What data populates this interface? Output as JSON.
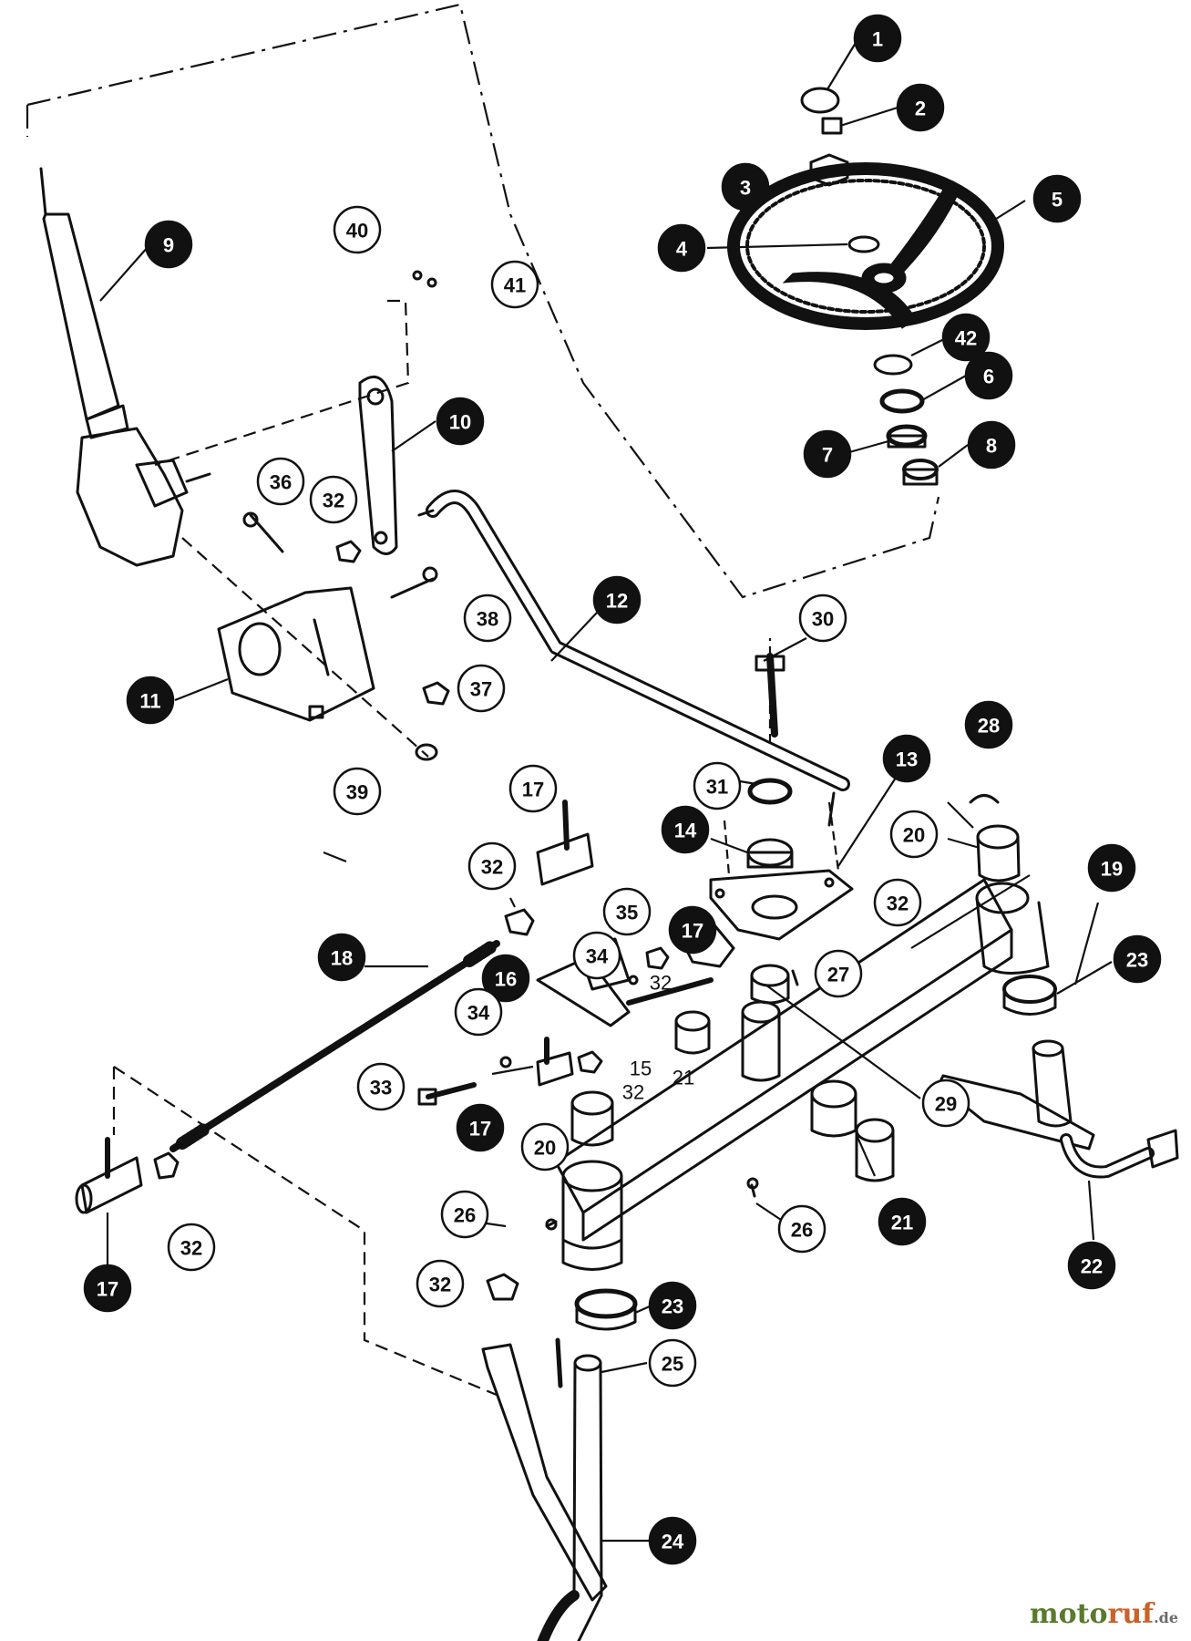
{
  "diagram": {
    "callouts": [
      {
        "id": "c1",
        "label": "1",
        "style": "filled"
      },
      {
        "id": "c2",
        "label": "2",
        "style": "filled"
      },
      {
        "id": "c3",
        "label": "3",
        "style": "filled"
      },
      {
        "id": "c4",
        "label": "4",
        "style": "filled"
      },
      {
        "id": "c5",
        "label": "5",
        "style": "filled"
      },
      {
        "id": "c6",
        "label": "6",
        "style": "filled"
      },
      {
        "id": "c7",
        "label": "7",
        "style": "filled"
      },
      {
        "id": "c8",
        "label": "8",
        "style": "filled"
      },
      {
        "id": "c9",
        "label": "9",
        "style": "filled"
      },
      {
        "id": "c10",
        "label": "10",
        "style": "filled"
      },
      {
        "id": "c11",
        "label": "11",
        "style": "filled"
      },
      {
        "id": "c12",
        "label": "12",
        "style": "filled"
      },
      {
        "id": "c13",
        "label": "13",
        "style": "filled"
      },
      {
        "id": "c14",
        "label": "14",
        "style": "filled"
      },
      {
        "id": "c16",
        "label": "16",
        "style": "filled"
      },
      {
        "id": "c17a",
        "label": "17",
        "style": "outline"
      },
      {
        "id": "c17b",
        "label": "17",
        "style": "filled"
      },
      {
        "id": "c17c",
        "label": "17",
        "style": "filled"
      },
      {
        "id": "c17d",
        "label": "17",
        "style": "filled"
      },
      {
        "id": "c18",
        "label": "18",
        "style": "filled"
      },
      {
        "id": "c19",
        "label": "19",
        "style": "filled"
      },
      {
        "id": "c20a",
        "label": "20",
        "style": "outline"
      },
      {
        "id": "c20b",
        "label": "20",
        "style": "outline"
      },
      {
        "id": "c21a",
        "label": "21",
        "style": "filled"
      },
      {
        "id": "c22",
        "label": "22",
        "style": "filled"
      },
      {
        "id": "c23a",
        "label": "23",
        "style": "filled"
      },
      {
        "id": "c23b",
        "label": "23",
        "style": "filled"
      },
      {
        "id": "c24",
        "label": "24",
        "style": "filled"
      },
      {
        "id": "c25",
        "label": "25",
        "style": "outline"
      },
      {
        "id": "c26a",
        "label": "26",
        "style": "outline"
      },
      {
        "id": "c26b",
        "label": "26",
        "style": "outline"
      },
      {
        "id": "c27",
        "label": "27",
        "style": "outline"
      },
      {
        "id": "c28",
        "label": "28",
        "style": "filled"
      },
      {
        "id": "c29",
        "label": "29",
        "style": "outline"
      },
      {
        "id": "c30",
        "label": "30",
        "style": "outline"
      },
      {
        "id": "c31",
        "label": "31",
        "style": "outline"
      },
      {
        "id": "c32a",
        "label": "32",
        "style": "outline"
      },
      {
        "id": "c32b",
        "label": "32",
        "style": "outline"
      },
      {
        "id": "c32c",
        "label": "32",
        "style": "outline"
      },
      {
        "id": "c32d",
        "label": "32",
        "style": "outline"
      },
      {
        "id": "c32e",
        "label": "32",
        "style": "outline"
      },
      {
        "id": "c33",
        "label": "33",
        "style": "outline"
      },
      {
        "id": "c34a",
        "label": "34",
        "style": "outline"
      },
      {
        "id": "c34b",
        "label": "34",
        "style": "outline"
      },
      {
        "id": "c35",
        "label": "35",
        "style": "outline"
      },
      {
        "id": "c36",
        "label": "36",
        "style": "outline"
      },
      {
        "id": "c37",
        "label": "37",
        "style": "outline"
      },
      {
        "id": "c38",
        "label": "38",
        "style": "outline"
      },
      {
        "id": "c39",
        "label": "39",
        "style": "outline"
      },
      {
        "id": "c40",
        "label": "40",
        "style": "outline"
      },
      {
        "id": "c41",
        "label": "41",
        "style": "outline"
      },
      {
        "id": "c42",
        "label": "42",
        "style": "filled"
      }
    ],
    "plain_labels": [
      {
        "id": "p15",
        "label": "15"
      },
      {
        "id": "p21",
        "label": "21"
      },
      {
        "id": "p32a",
        "label": "32"
      },
      {
        "id": "p32b",
        "label": "32"
      }
    ]
  },
  "watermark": {
    "main": "moto",
    "accent": "ruf",
    "tld": ".de"
  },
  "colors": {
    "ink": "#111111",
    "paper": "#ffffff",
    "wm_green": "#5a7a2c",
    "wm_orange": "#c8622a"
  }
}
